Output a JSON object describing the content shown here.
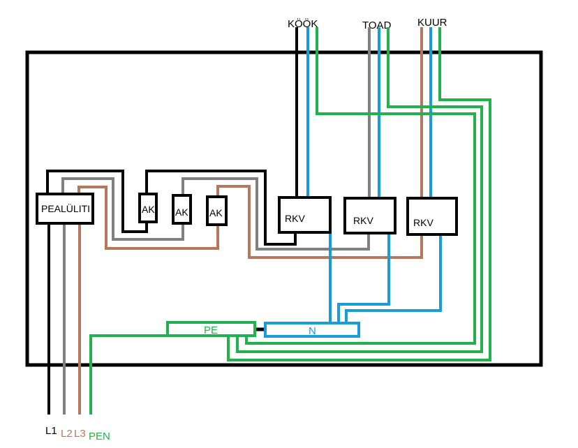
{
  "diagram": {
    "outgoing_circuits": [
      "KÖÖK",
      "TOAD",
      "KUUR"
    ],
    "main_switch": "PEALÜLITI",
    "breakers": [
      "AK",
      "AK",
      "AK"
    ],
    "rcds": [
      "RKV",
      "RKV",
      "RKV"
    ],
    "pe_bar": "PE",
    "n_bar": "N",
    "supply": {
      "l1": "L1",
      "l2": "L2",
      "l3": "L3",
      "pen": "PEN"
    }
  },
  "colors": {
    "enclosure": "#000000",
    "l1_phase": "#000000",
    "l2_phase": "#808080",
    "l3_phase": "#b5785a",
    "neutral": "#1a9bdc",
    "protective_earth": "#22b14c",
    "background": "#ffffff"
  }
}
